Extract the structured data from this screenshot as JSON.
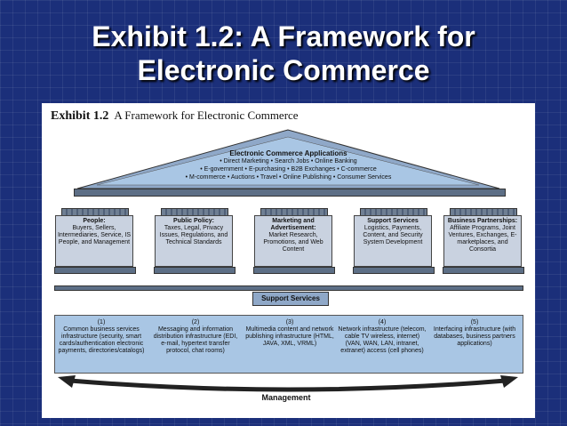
{
  "slide": {
    "title_line1": "Exhibit 1.2: A Framework for",
    "title_line2": "Electronic Commerce"
  },
  "figure": {
    "exhibit_label": "Exhibit 1.2",
    "exhibit_caption": "A Framework for Electronic Commerce",
    "roof": {
      "title": "Electronic Commerce Applications",
      "line1": "• Direct Marketing • Search Jobs • Online Banking",
      "line2": "• E-government • E-purchasing • B2B Exchanges • C-commerce",
      "line3": "• M-commerce • Auctions • Travel • Online Publishing • Consumer Services"
    },
    "pillars": [
      {
        "title": "People:",
        "body": "Buyers, Sellers, Intermediaries, Service, IS People, and Management"
      },
      {
        "title": "Public Policy:",
        "body": "Taxes, Legal, Privacy Issues, Regulations, and Technical Standards"
      },
      {
        "title": "Marketing and Advertisement:",
        "body": "Market Research, Promotions, and Web Content"
      },
      {
        "title": "Support Services",
        "body": "Logistics, Payments, Content, and Security System Development"
      },
      {
        "title": "Business Partnerships:",
        "body": "Affiliate Programs, Joint Ventures, Exchanges, E-marketplaces, and Consortia"
      }
    ],
    "support_services": "Support Services",
    "infrastructure": [
      {
        "num": "(1)",
        "text": "Common business services infrastructure (security, smart cards/authentication electronic payments, directories/catalogs)"
      },
      {
        "num": "(2)",
        "text": "Messaging and information distribution infrastructure (EDI, e-mail, hypertext transfer protocol, chat rooms)"
      },
      {
        "num": "(3)",
        "text": "Multimedia content and network publishing infrastructure (HTML, JAVA, XML, VRML)"
      },
      {
        "num": "(4)",
        "text": "Network infrastructure (telecom, cable TV wireless, internet) (VAN, WAN, LAN, intranet, extranet) access (cell phones)"
      },
      {
        "num": "(5)",
        "text": "Interfacing infrastructure (with databases, business partners applications)"
      }
    ],
    "management": "Management"
  }
}
